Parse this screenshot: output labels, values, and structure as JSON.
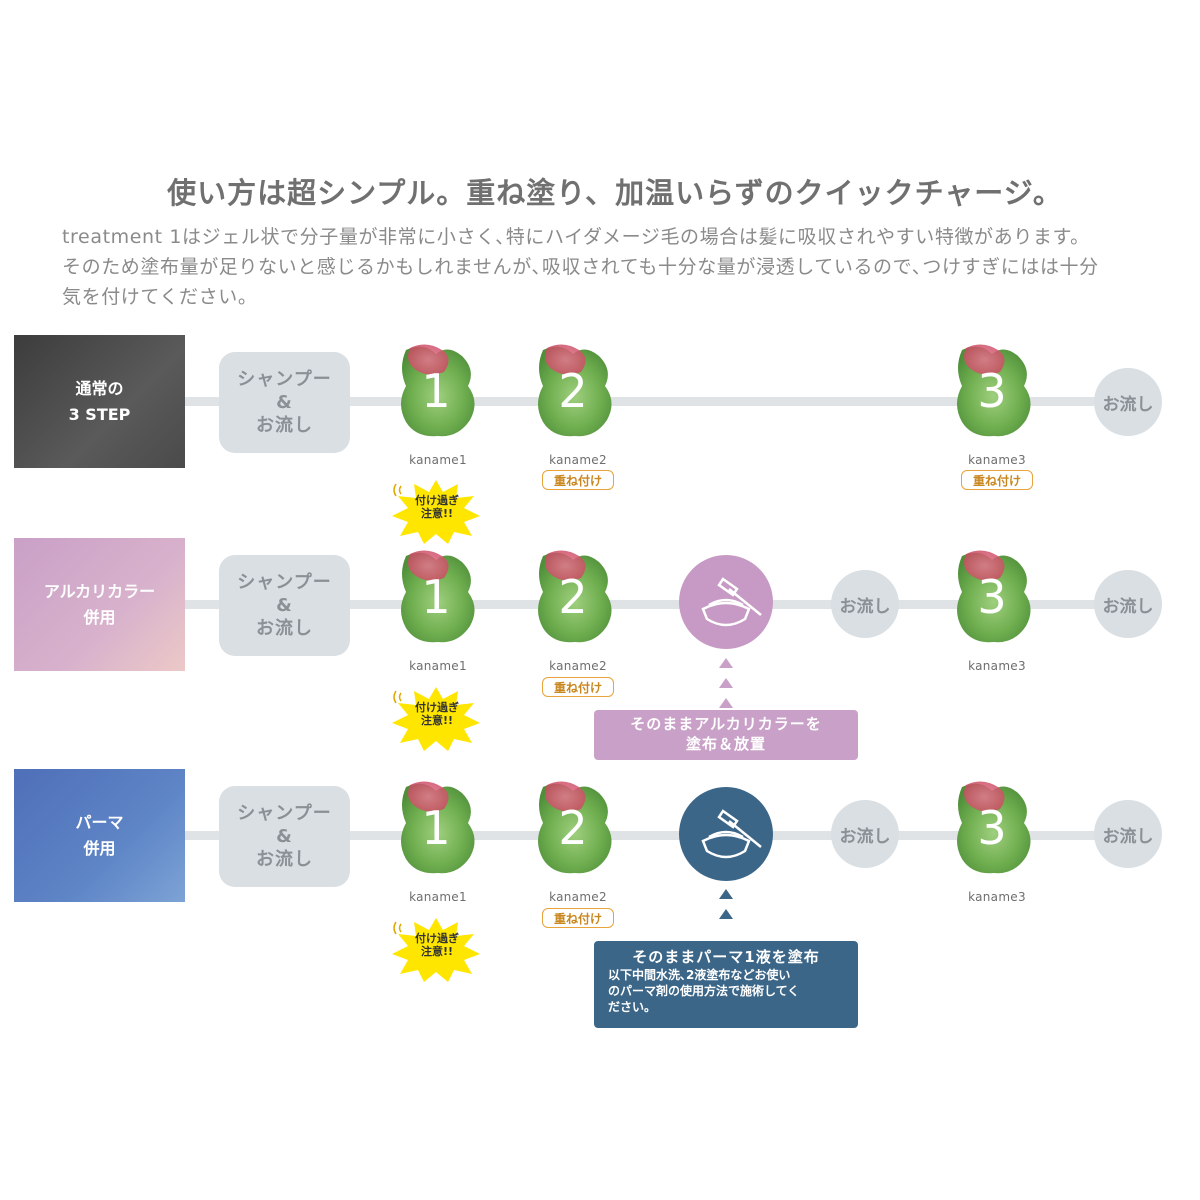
{
  "heading": "使い方は超シンプル。重ね塗り、加温いらずのクイックチャージ。",
  "description": [
    "treatment 1はジェル状で分子量が非常に小さく､特にハイダメージ毛の場合は髪に吸収されやすい特徴があります。",
    "そのため塗布量が足りないと感じるかもしれませんが､吸収されても十分な量が浸透しているので､つけすぎにはは十分",
    "気を付けてください。"
  ],
  "rows": [
    {
      "label": [
        "通常の",
        "3 STEP"
      ],
      "shampoo": [
        "シャンプー",
        "&",
        "お流し"
      ],
      "steps": [
        {
          "num": "1",
          "name": "kaname1"
        },
        {
          "num": "2",
          "name": "kaname2",
          "tag": "重ね付け"
        },
        {
          "num": "3",
          "name": "kaname3",
          "tag": "重ね付け"
        }
      ],
      "warning": [
        "付け過ぎ",
        "注意!!"
      ],
      "rinse_end": "お流し"
    },
    {
      "label": [
        "アルカリカラー",
        "併用"
      ],
      "shampoo": [
        "シャンプー",
        "&",
        "お流し"
      ],
      "steps": [
        {
          "num": "1",
          "name": "kaname1"
        },
        {
          "num": "2",
          "name": "kaname2",
          "tag": "重ね付け"
        },
        {
          "num": "3",
          "name": "kaname3"
        }
      ],
      "warning": [
        "付け過ぎ",
        "注意!!"
      ],
      "rinse_mid": "お流し",
      "rinse_end": "お流し",
      "note": [
        "そのままアルカリカラーを",
        "塗布＆放置"
      ]
    },
    {
      "label": [
        "パーマ",
        "併用"
      ],
      "shampoo": [
        "シャンプー",
        "&",
        "お流し"
      ],
      "steps": [
        {
          "num": "1",
          "name": "kaname1"
        },
        {
          "num": "2",
          "name": "kaname2",
          "tag": "重ね付け"
        },
        {
          "num": "3",
          "name": "kaname3"
        }
      ],
      "warning": [
        "付け過ぎ",
        "注意!!"
      ],
      "rinse_mid": "お流し",
      "rinse_end": "お流し",
      "note": [
        "そのままパーマ1液を塗布",
        "以下中間水洗､2液塗布などお使い",
        "のパーマ剤の使用方法で施術してく",
        "ださい。"
      ]
    }
  ],
  "colors": {
    "row1_label": "#4a4a4a",
    "row2_label": "#c9a0c7",
    "row3_label": "#5a7fc0",
    "color_icon": "#c69ac4",
    "perm_icon": "#3c6688",
    "color_note": "#c9a0c7",
    "perm_note": "#3c6688"
  }
}
